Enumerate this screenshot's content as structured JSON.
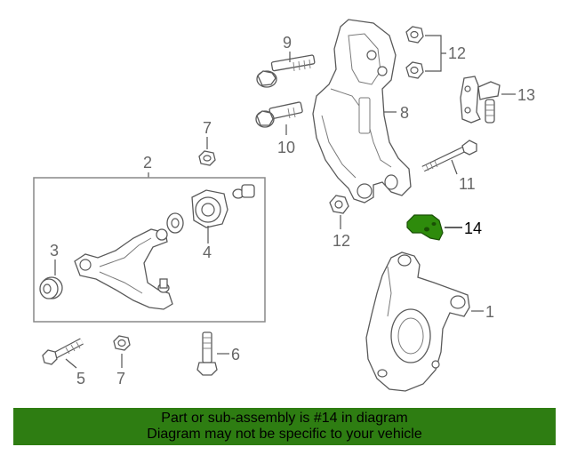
{
  "callouts": {
    "c1": "1",
    "c2": "2",
    "c3": "3",
    "c4": "4",
    "c5": "5",
    "c6": "6",
    "c7a": "7",
    "c7b": "7",
    "c8": "8",
    "c9": "9",
    "c10": "10",
    "c11": "11",
    "c12a": "12",
    "c12b": "12",
    "c13": "13",
    "c14": "14"
  },
  "highlight": {
    "part_number": "14",
    "part_color": "#2e8b0c"
  },
  "banner": {
    "line1": "Part or sub-assembly is #14 in diagram",
    "line2": "Diagram may not be specific to your vehicle",
    "background": "#2e7d12"
  }
}
